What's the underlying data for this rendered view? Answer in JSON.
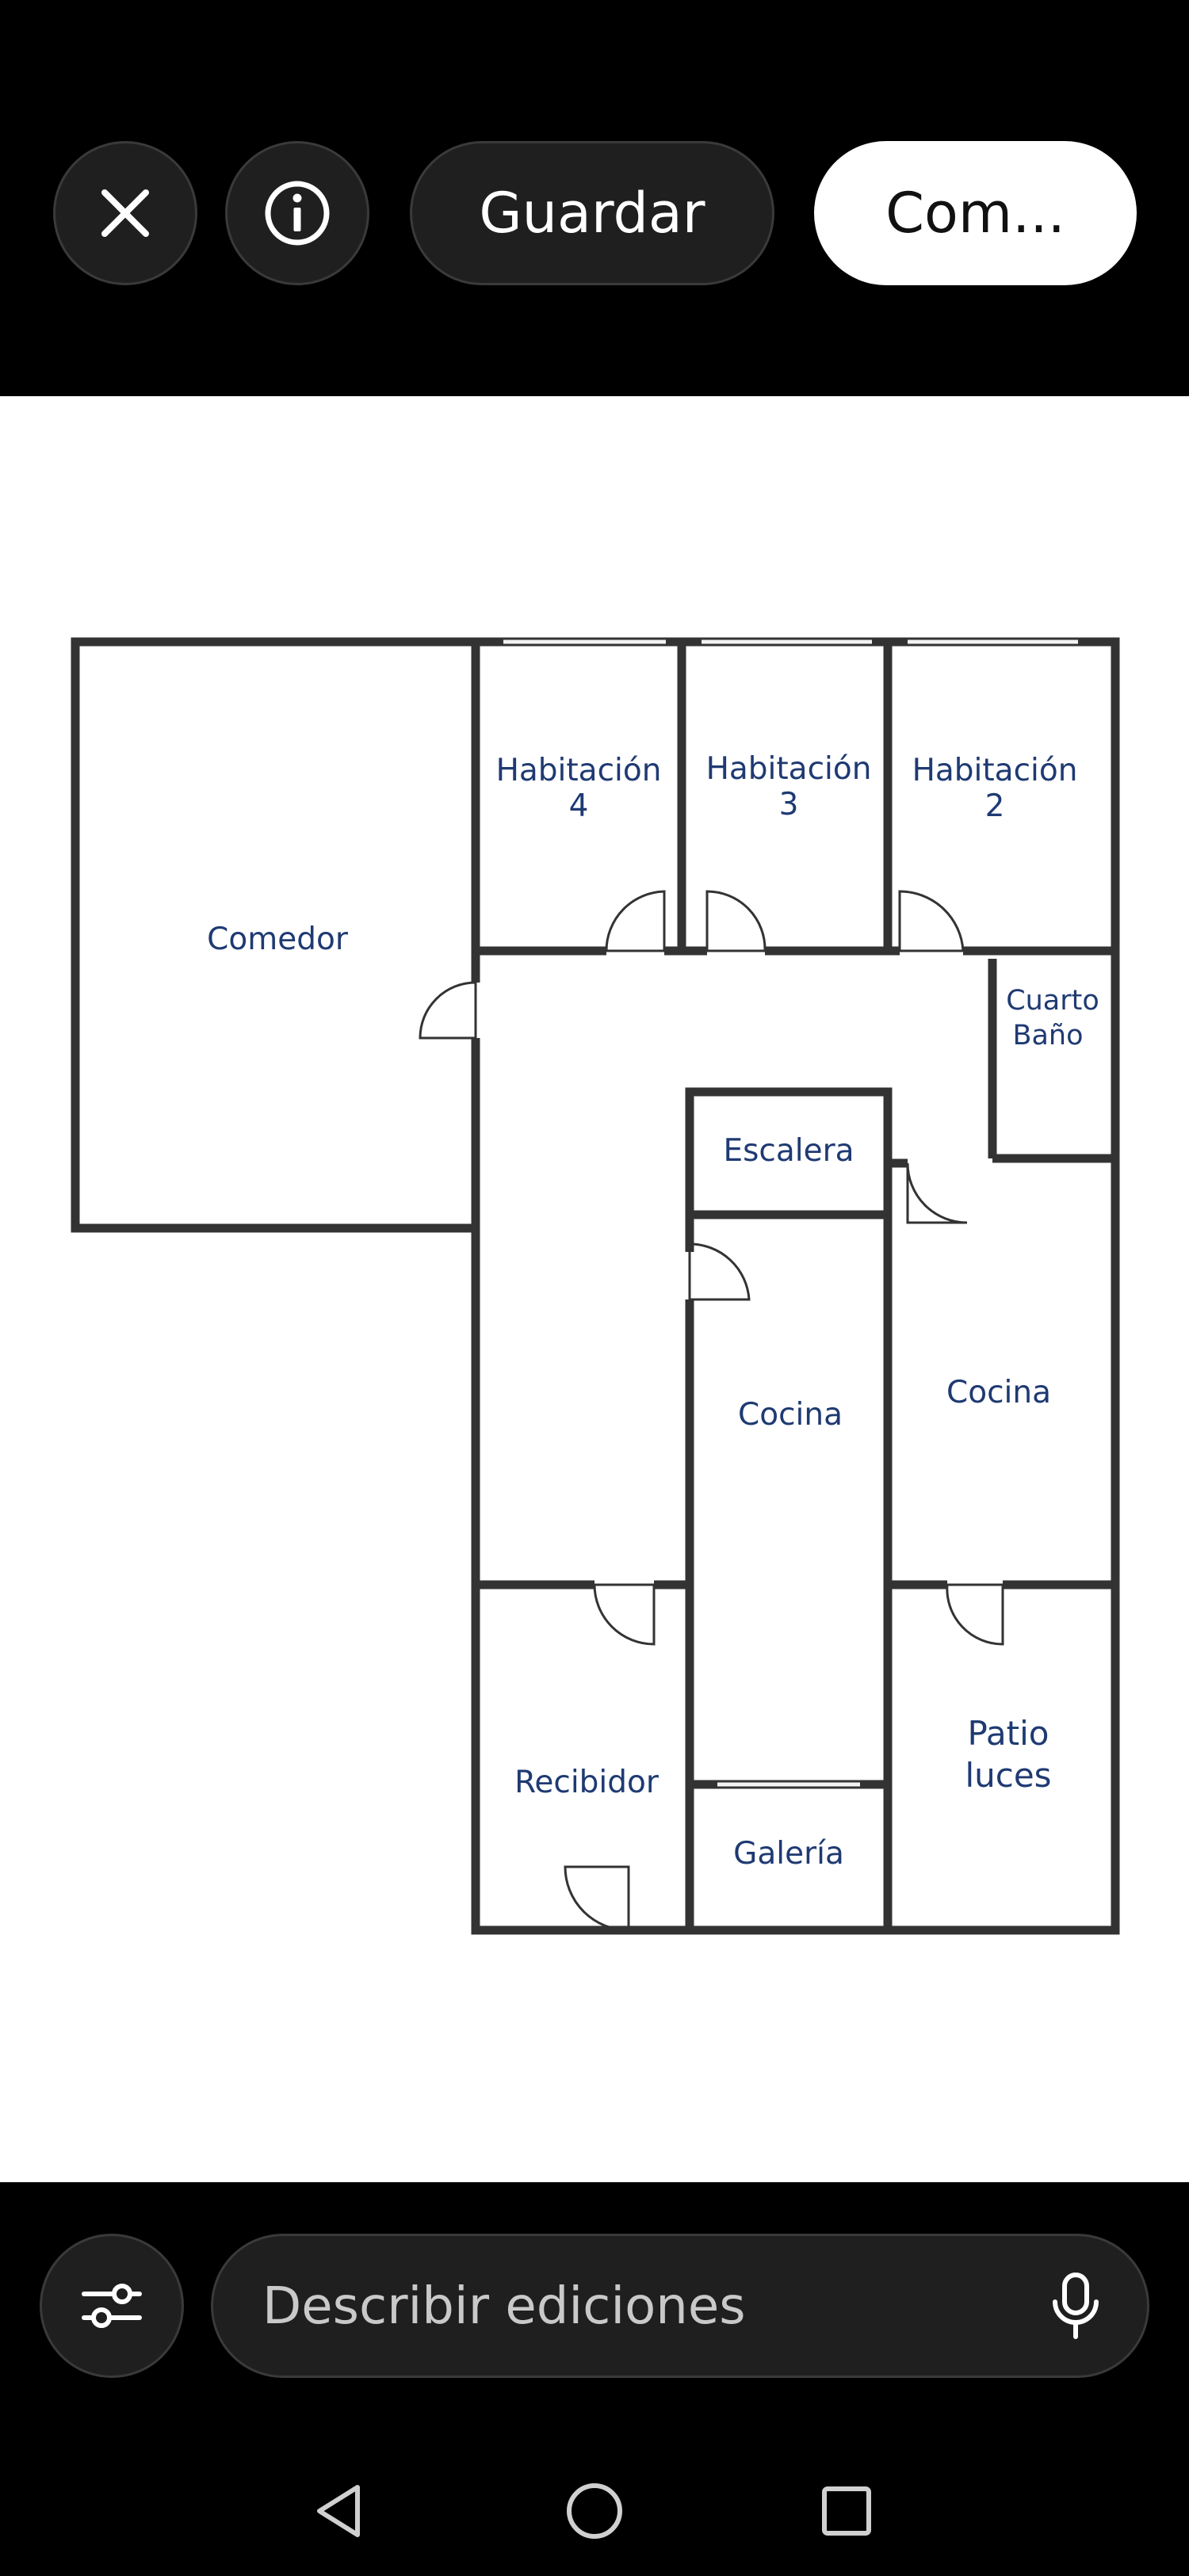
{
  "toolbar": {
    "close_icon": "close-icon",
    "info_icon": "info-icon",
    "save_label": "Guardar",
    "compare_label": "Com..."
  },
  "floorplan": {
    "rooms": {
      "comedor": "Comedor",
      "habitacion4_line1": "Habitación",
      "habitacion4_line2": "4",
      "habitacion3_line1": "Habitación",
      "habitacion3_line2": "3",
      "habitacion2_line1": "Habitación",
      "habitacion2_line2": "2",
      "cuarto_bano_line1": "Cuarto",
      "cuarto_bano_line2": "Baño",
      "escalera": "Escalera",
      "cocina_center": "Cocina",
      "cocina_right": "Cocina",
      "recibidor": "Recibidor",
      "galeria": "Galería",
      "patio_line1": "Patio",
      "patio_line2": "luces"
    },
    "colors": {
      "wall": "#333333",
      "label": "#1f3a73"
    }
  },
  "editor": {
    "tune_icon": "tune-icon",
    "prompt_placeholder": "Describir ediciones",
    "mic_icon": "mic-icon"
  },
  "navbar": {
    "back_icon": "back-icon",
    "home_icon": "home-icon",
    "recents_icon": "recents-icon"
  }
}
